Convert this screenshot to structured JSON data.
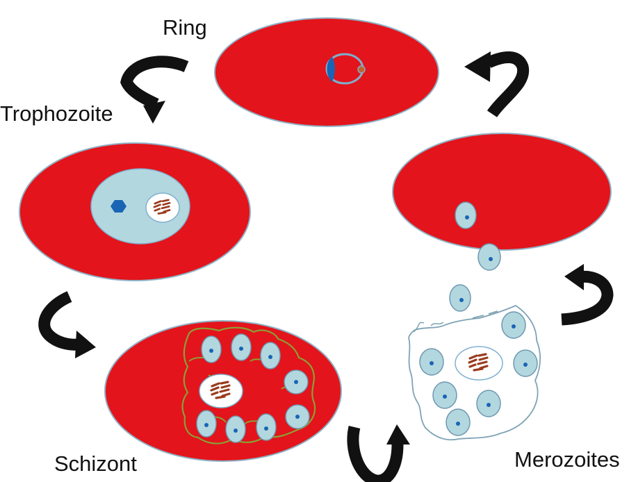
{
  "labels": {
    "ring": "Ring",
    "trophozoite": "Trophozoite",
    "schizont": "Schizont",
    "merozoites": "Merozoites"
  },
  "colors": {
    "red_cell": "#e3141b",
    "parasite": "#b3d7df",
    "nucleus": "#1a64b5",
    "pigment": "#9a3b1c",
    "outline": "#5f8fa8",
    "schizont_membrane": "#8aa037",
    "arrow": "#111111"
  }
}
